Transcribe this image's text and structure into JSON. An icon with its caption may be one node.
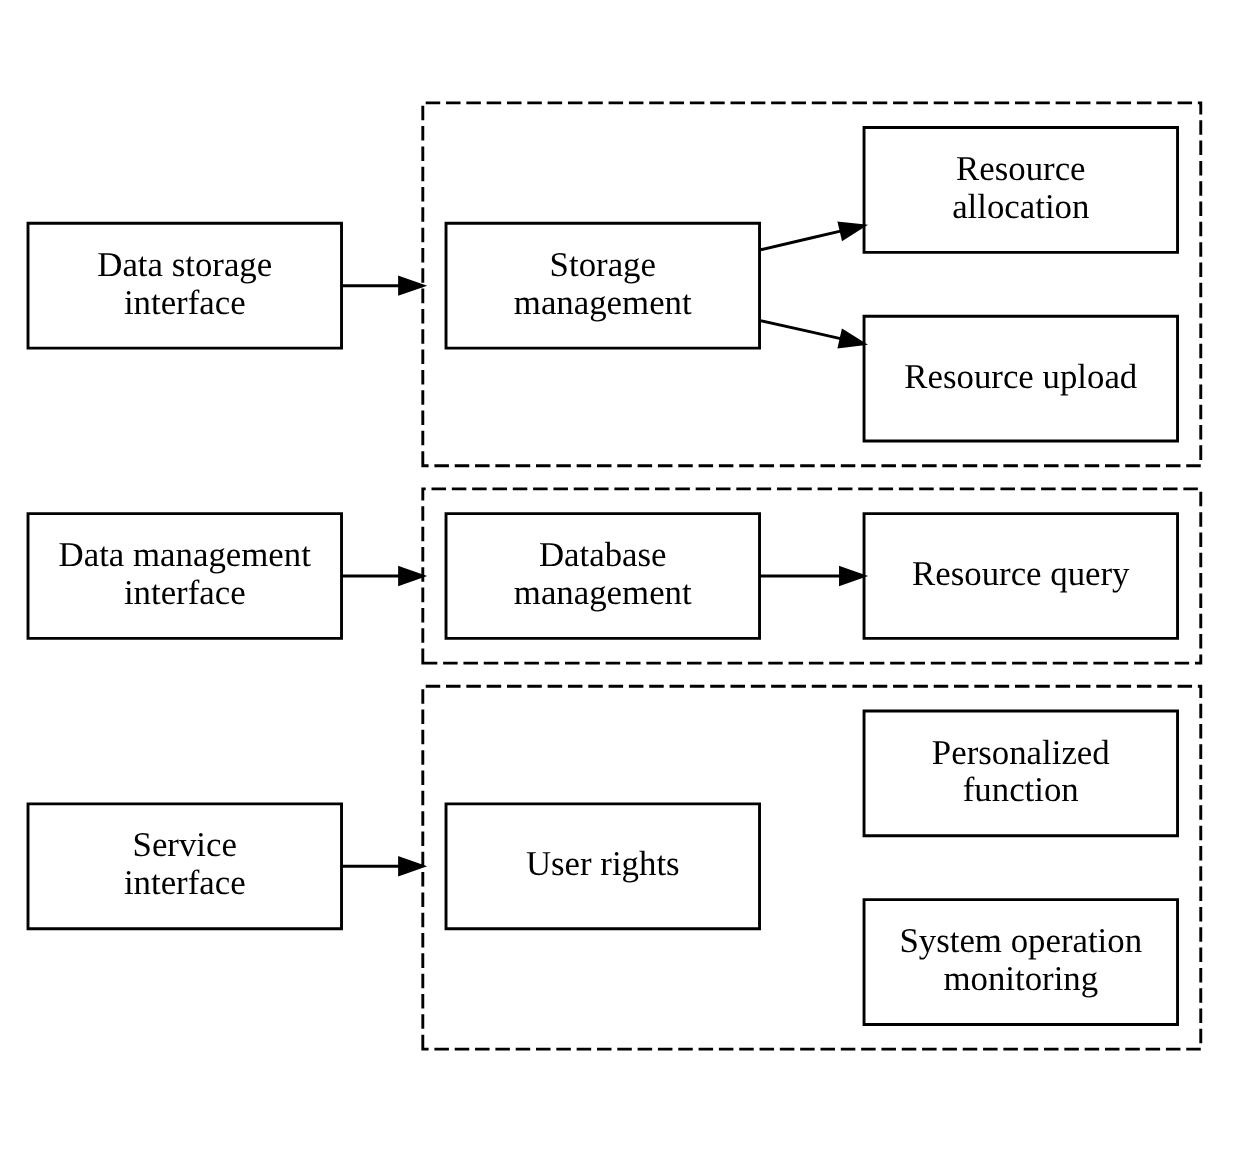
{
  "diagram": {
    "nodes": [
      {
        "text": [
          "Service interface"
        ]
      },
      {
        "text": [],
        "shape": "box"
      },
      {
        "text": [
          "User rights"
        ],
        "in": 1
      },
      {
        "text": [
          "System operation monitoring"
        ],
        "in": 1
      },
      {
        "text": [
          "Personalized function"
        ],
        "in": 1
      },
      {
        "text": [
          "Data management interface"
        ]
      },
      {
        "text": [],
        "shape": "box"
      },
      {
        "text": [
          "Database management"
        ],
        "in": 6
      },
      {
        "text": [
          "Resource query"
        ],
        "in": 6
      },
      {
        "text": [
          "Data storage interface"
        ]
      },
      {
        "text": [],
        "shape": "box"
      },
      {
        "text": [
          "Storage management"
        ],
        "in": 10
      },
      {
        "text": [
          "Resource upload"
        ],
        "in": 10
      },
      {
        "text": [
          "Resource allocation"
        ],
        "in": 10
      }
    ],
    "edges": [
      {
        "from": 0,
        "to": 1,
        "arrow": "to"
      },
      {
        "from": 5,
        "to": 6,
        "arrow": "to"
      },
      {
        "from": 7,
        "to": 8,
        "arrow": "to"
      },
      {
        "from": 9,
        "to": 10,
        "arrow": "to"
      },
      {
        "from": 11,
        "to": 12,
        "arrow": "to"
      },
      {
        "from": 11,
        "to": 13,
        "arrow": "to"
      }
    ]
  }
}
